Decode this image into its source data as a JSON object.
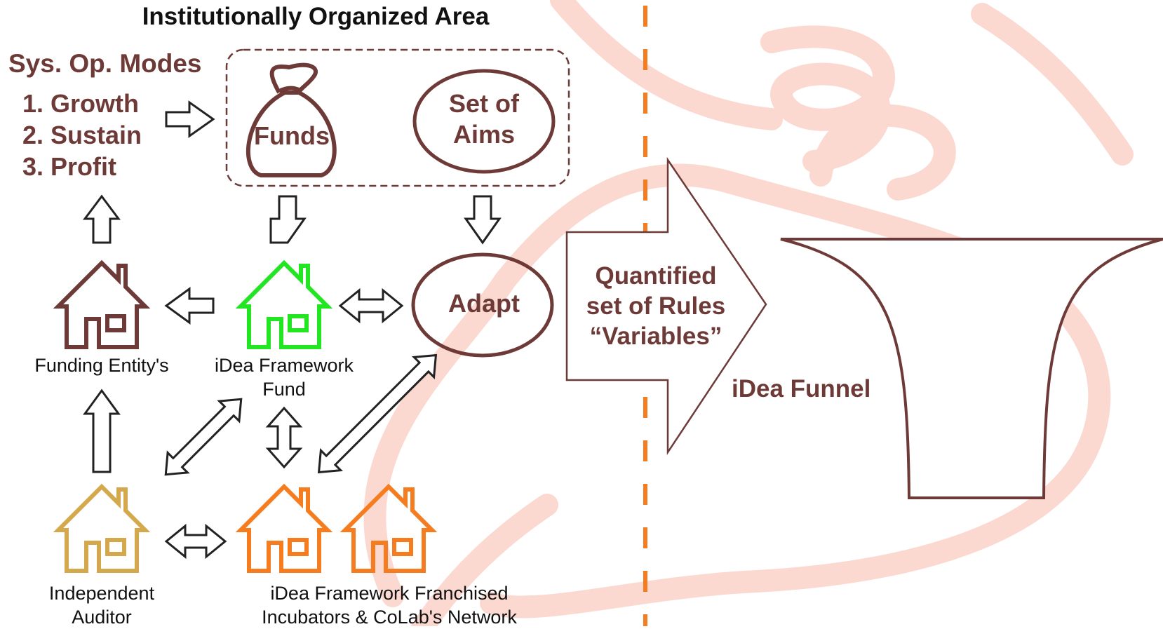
{
  "title": "Institutionally Organized Area",
  "modes": {
    "heading": "Sys. Op. Modes",
    "items": [
      "1. Growth",
      "2. Sustain",
      "3. Profit"
    ]
  },
  "nodes": {
    "funds": "Funds",
    "aims_line1": "Set of",
    "aims_line2": "Aims",
    "adapt": "Adapt",
    "funding_entity": "Funding Entity's",
    "fund_line1": "iDea Framework",
    "fund_line2": "Fund",
    "auditor_line1": "Independent",
    "auditor_line2": "Auditor",
    "network_line1": "iDea Framework Franchised",
    "network_line2": "Incubators & CoLab's Network"
  },
  "rules": {
    "line1": "Quantified",
    "line2": "set of Rules",
    "line3": "“Variables”"
  },
  "funnel_label": "iDea Funnel",
  "colors": {
    "brown": "#6e3a37",
    "green": "#22e622",
    "gold": "#d4a94d",
    "orange": "#f57c1f",
    "divider": "#f57c1f",
    "watermark": "#fbd9d0"
  },
  "icons": [
    "money-bag-icon",
    "house-icon",
    "arrow-icon",
    "funnel-icon",
    "lightbulb-watermark-icon"
  ]
}
